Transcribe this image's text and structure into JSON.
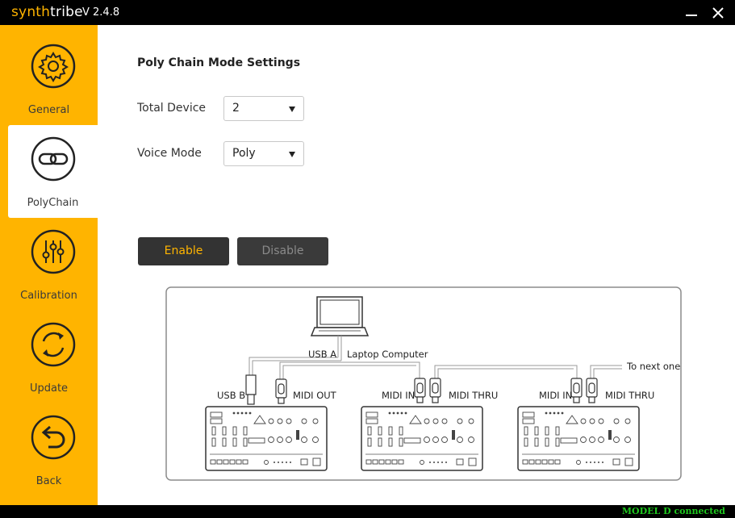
{
  "app": {
    "brand_part1": "synth",
    "brand_part2": "tribe",
    "version": "V 2.4.8"
  },
  "sidebar": {
    "items": [
      {
        "label": "General",
        "icon": "gear-icon",
        "active": false
      },
      {
        "label": "PolyChain",
        "icon": "chain-link-icon",
        "active": true
      },
      {
        "label": "Calibration",
        "icon": "sliders-icon",
        "active": false
      },
      {
        "label": "Update",
        "icon": "refresh-icon",
        "active": false
      },
      {
        "label": "Back",
        "icon": "back-arrow-icon",
        "active": false
      }
    ]
  },
  "settings": {
    "title": "Poly Chain Mode Settings",
    "total_device": {
      "label": "Total Device",
      "value": "2"
    },
    "voice_mode": {
      "label": "Voice Mode",
      "value": "Poly"
    }
  },
  "buttons": {
    "enable": "Enable",
    "disable": "Disable"
  },
  "diagram": {
    "usb_a": "USB A",
    "laptop": "Laptop Computer",
    "to_next": "To next one",
    "usb_b": "USB B",
    "midi_out": "MIDI OUT",
    "midi_in_1": "MIDI IN",
    "midi_thru_1": "MIDI THRU",
    "midi_in_2": "MIDI IN",
    "midi_thru_2": "MIDI THRU"
  },
  "colors": {
    "accent": "#ffb400",
    "status_green": "#1ec81e"
  },
  "status": {
    "text": "MODEL D connected"
  }
}
